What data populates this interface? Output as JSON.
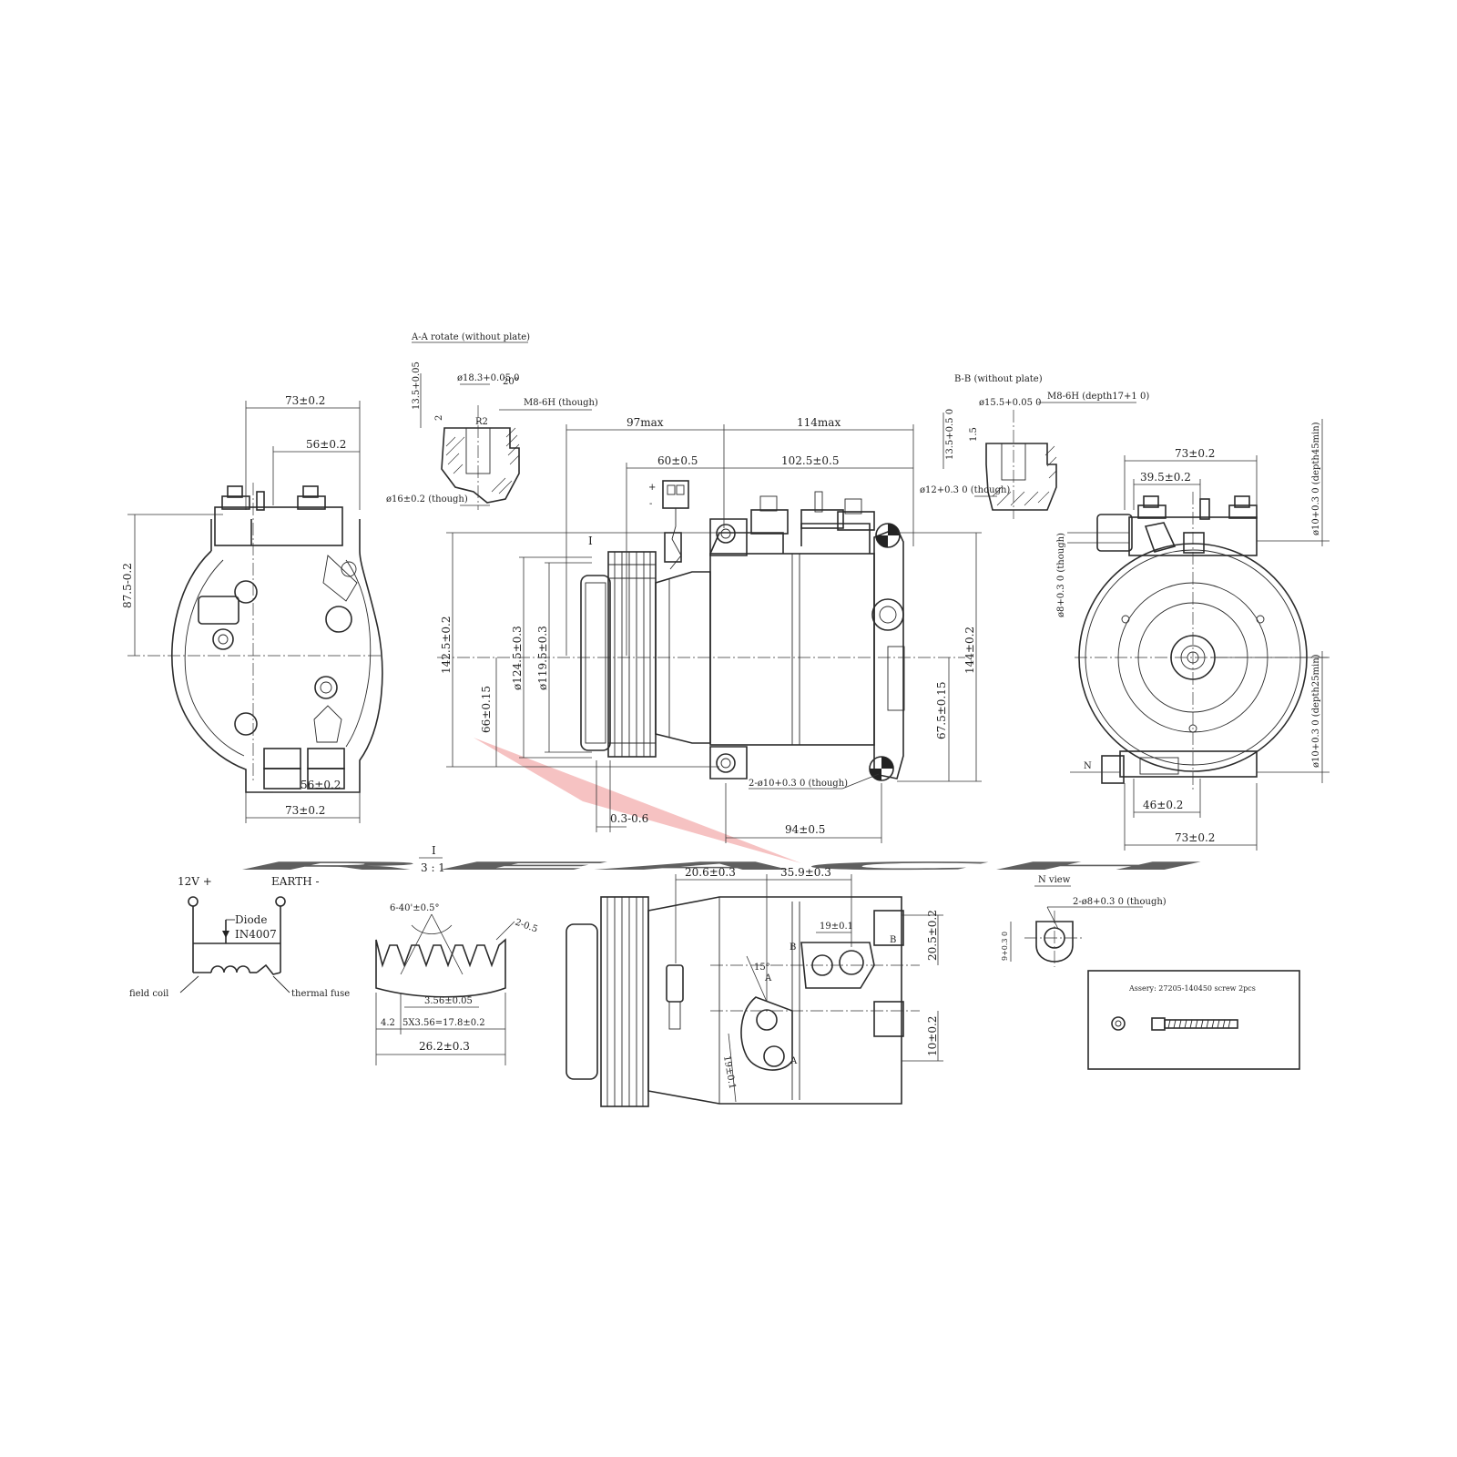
{
  "watermark": {
    "text": "REACH",
    "color": "#b9cbe0",
    "accent": "#f2a0a0"
  },
  "sections": {
    "aa": "A-A rotate (without plate)",
    "bb": "B-B (without plate)",
    "detail_i": "I",
    "detail_scale": "3 : 1",
    "n_view": "N view",
    "n_marker": "N"
  },
  "left_view": {
    "top_outer": "73±0.2",
    "top_inner": "56±0.2",
    "height": "87.5-0.2",
    "bottom_inner": "56±0.2",
    "bottom_outer": "73±0.2"
  },
  "aa_section": {
    "d1": "13.5+0.05",
    "d2": "ø18.3+0.05 0",
    "angle": "20°",
    "thread": "M8-6H (though)",
    "gap": "2",
    "radius": "R2",
    "hole": "ø16±0.2 (though)"
  },
  "bb_section": {
    "d1": "13.5+0.5 0",
    "d2": "ø15.5+0.05 0",
    "thread": "M8-6H (depth17+1 0)",
    "gap": "1.5",
    "hole": "ø12+0.3 0 (though)"
  },
  "main_view": {
    "d_97max": "97max",
    "d_114max": "114max",
    "d_60": "60±0.5",
    "d_102": "102.5±0.5",
    "d_142": "142.5±0.2",
    "d_124": "ø124.5±0.3",
    "d_119": "ø119.5±0.3",
    "d_66": "66±0.15",
    "d_144": "144±0.2",
    "d_67": "67.5±0.15",
    "holes": "2-ø10+0.3 0 (though)",
    "gap": "0.3-0.6",
    "d_94": "94±0.5",
    "plus": "+",
    "minus": "-"
  },
  "right_view": {
    "top": "73±0.2",
    "mid": "39.5±0.2",
    "hole_top": "ø10+0.3 0 (depth45min)",
    "hole_left": "ø8+0.3 0 (though)",
    "hole_bottom": "ø10+0.3 0 (depth25min)",
    "bottom_inner": "46±0.2",
    "bottom_outer": "73±0.2"
  },
  "wiring": {
    "v12": "12V +",
    "earth": "EARTH -",
    "diode": "Diode",
    "diode_model": "IN4007",
    "field_coil": "field coil",
    "thermal_fuse": "thermal fuse"
  },
  "belt_detail": {
    "angle": "6-40'±0.5°",
    "edge": "2-0.5",
    "pitch": "3.56±0.05",
    "start": "4.2",
    "span": "5X3.56=17.8±0.2",
    "total": "26.2±0.3"
  },
  "bottom_view": {
    "d_20_6": "20.6±0.3",
    "d_35_9": "35.9±0.3",
    "d_19_top": "19±0.1",
    "angle": "15°",
    "label_a": "A",
    "label_b": "B",
    "d_20_5": "20.5±0.2",
    "d_10": "10±0.2",
    "d_19_bottom": "19±0.1"
  },
  "n_view_detail": {
    "holes": "2-ø8+0.3 0 (though)",
    "dim": "9+0.3 0"
  },
  "assembly_box": {
    "text": "Assery: 27205-140450 screw  2pcs"
  }
}
